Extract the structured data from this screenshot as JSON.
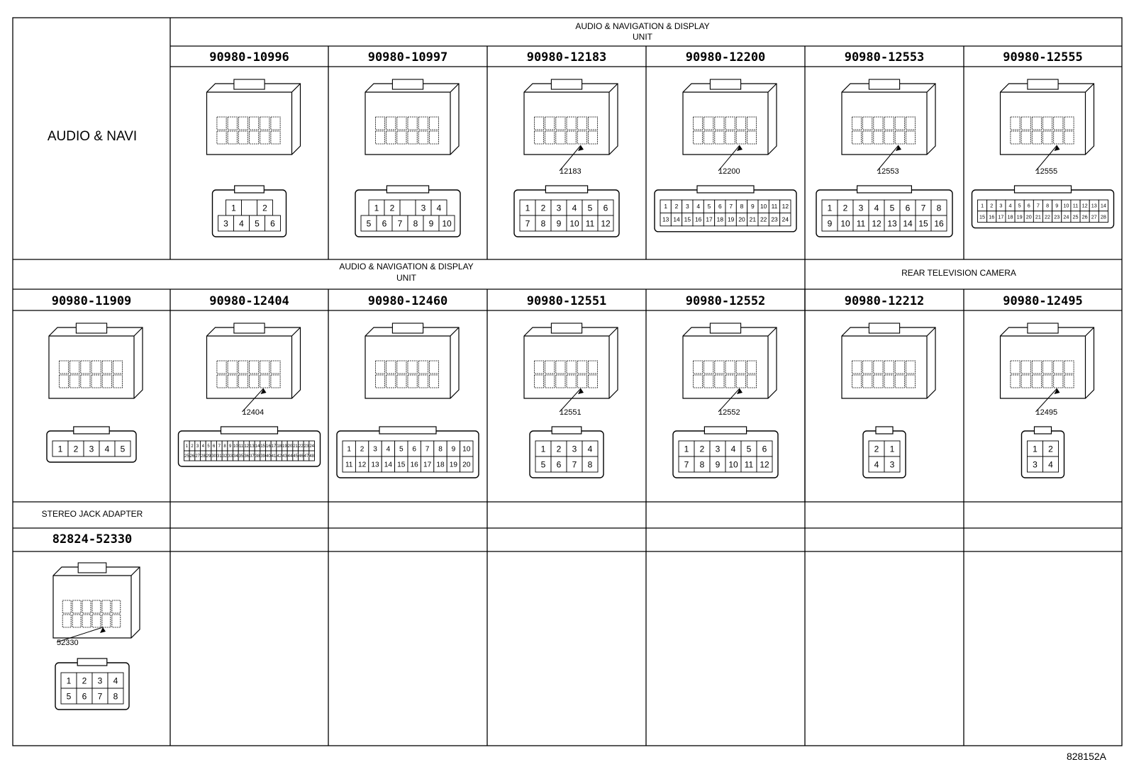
{
  "row1": {
    "left_label": "AUDIO & NAVI",
    "header_line1": "AUDIO & NAVIGATION & DISPLAY",
    "header_line2": "UNIT",
    "connectors": [
      {
        "part": "90980-10996",
        "callout": "",
        "pin_rows": [
          [
            "1",
            "",
            "2"
          ],
          [
            "3",
            "4",
            "5",
            "6"
          ]
        ]
      },
      {
        "part": "90980-10997",
        "callout": "",
        "pin_rows": [
          [
            "1",
            "2",
            "",
            "3",
            "4"
          ],
          [
            "5",
            "6",
            "7",
            "8",
            "9",
            "10"
          ]
        ]
      },
      {
        "part": "90980-12183",
        "callout": "12183",
        "pin_rows": [
          [
            "1",
            "2",
            "3",
            "4",
            "5",
            "6"
          ],
          [
            "7",
            "8",
            "9",
            "10",
            "11",
            "12"
          ]
        ]
      },
      {
        "part": "90980-12200",
        "callout": "12200",
        "pin_rows": [
          [
            "1",
            "2",
            "3",
            "4",
            "5",
            "6",
            "7",
            "8",
            "9",
            "10",
            "11",
            "12"
          ],
          [
            "13",
            "14",
            "15",
            "16",
            "17",
            "18",
            "19",
            "20",
            "21",
            "22",
            "23",
            "24"
          ]
        ]
      },
      {
        "part": "90980-12553",
        "callout": "12553",
        "pin_rows": [
          [
            "1",
            "2",
            "3",
            "4",
            "5",
            "6",
            "7",
            "8"
          ],
          [
            "9",
            "10",
            "11",
            "12",
            "13",
            "14",
            "15",
            "16"
          ]
        ]
      },
      {
        "part": "90980-12555",
        "callout": "12555",
        "pin_rows": [
          [
            "1",
            "2",
            "3",
            "4",
            "5",
            "6",
            "7",
            "8",
            "9",
            "10",
            "11",
            "12",
            "13",
            "14"
          ],
          [
            "15",
            "16",
            "17",
            "18",
            "19",
            "20",
            "21",
            "22",
            "23",
            "24",
            "25",
            "26",
            "27",
            "28"
          ]
        ]
      }
    ]
  },
  "row2": {
    "header_left_line1": "AUDIO & NAVIGATION & DISPLAY",
    "header_left_line2": "UNIT",
    "header_right": "REAR TELEVISION CAMERA",
    "connectors": [
      {
        "part": "90980-11909",
        "callout": "",
        "pin_rows": [
          [
            "1",
            "2",
            "3",
            "4",
            "5"
          ]
        ]
      },
      {
        "part": "90980-12404",
        "callout": "12404",
        "pin_rows": [
          [
            "1",
            "2",
            "3",
            "4",
            "5",
            "6",
            "7",
            "8",
            "9",
            "10",
            "11",
            "12",
            "13",
            "14",
            "15",
            "16",
            "17",
            "18",
            "19",
            "20",
            "21",
            "22",
            "23",
            "24"
          ],
          [
            "25",
            "26",
            "27",
            "28",
            "29",
            "30",
            "31",
            "32",
            "33",
            "34",
            "35",
            "36",
            "37",
            "38",
            "39",
            "40",
            "41",
            "42",
            "43",
            "44",
            "45",
            "46",
            "47",
            "48"
          ]
        ]
      },
      {
        "part": "90980-12460",
        "callout": "",
        "pin_rows": [
          [
            "1",
            "2",
            "3",
            "4",
            "5",
            "6",
            "7",
            "8",
            "9",
            "10"
          ],
          [
            "11",
            "12",
            "13",
            "14",
            "15",
            "16",
            "17",
            "18",
            "19",
            "20"
          ]
        ]
      },
      {
        "part": "90980-12551",
        "callout": "12551",
        "pin_rows": [
          [
            "1",
            "2",
            "3",
            "4"
          ],
          [
            "5",
            "6",
            "7",
            "8"
          ]
        ]
      },
      {
        "part": "90980-12552",
        "callout": "12552",
        "pin_rows": [
          [
            "1",
            "2",
            "3",
            "4",
            "5",
            "6"
          ],
          [
            "7",
            "8",
            "9",
            "10",
            "11",
            "12"
          ]
        ]
      },
      {
        "part": "90980-12212",
        "callout": "",
        "pin_rows": [
          [
            "2",
            "1"
          ],
          [
            "4",
            "3"
          ]
        ]
      },
      {
        "part": "90980-12495",
        "callout": "12495",
        "pin_rows": [
          [
            "1",
            "2"
          ],
          [
            "3",
            "4"
          ]
        ]
      }
    ]
  },
  "row3": {
    "left_label": "STEREO JACK ADAPTER",
    "connector": {
      "part": "82824-52330",
      "callout": "52330",
      "pin_rows": [
        [
          "1",
          "2",
          "3",
          "4"
        ],
        [
          "5",
          "6",
          "7",
          "8"
        ]
      ]
    }
  },
  "figure_ref": "828152A"
}
